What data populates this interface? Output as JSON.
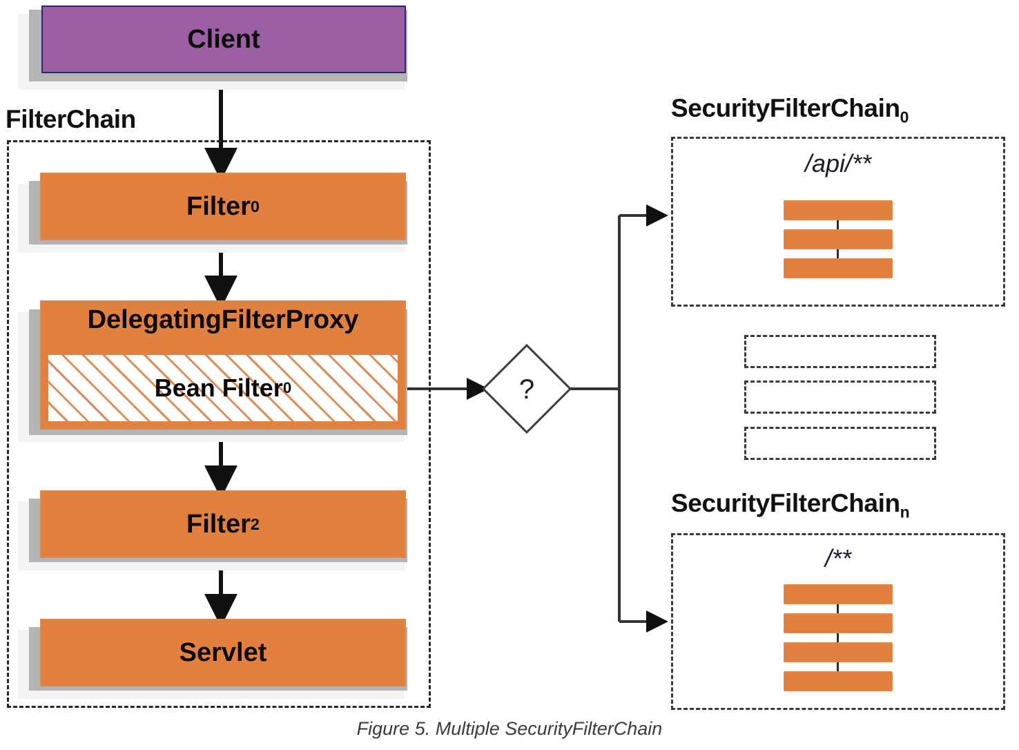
{
  "figure": {
    "caption": "Figure 5. Multiple SecurityFilterChain"
  },
  "colors": {
    "client_fill": "#9c5fa3",
    "client_border": "#262673",
    "filter_fill": "#e2803f",
    "shadow_dark": "#b4b4b4",
    "shadow_light": "#f3f3f3",
    "dashed_border": "#262626",
    "line": "#2b2b2b"
  },
  "client": {
    "label": "Client"
  },
  "filter_chain": {
    "label": "FilterChain",
    "nodes": [
      {
        "label": "Filter",
        "sub": "0",
        "type": "filter"
      },
      {
        "label": "DelegatingFilterProxy",
        "sub": "",
        "type": "proxy",
        "inner": {
          "label": "Bean Filter",
          "sub": "0",
          "hatched": true
        }
      },
      {
        "label": "Filter",
        "sub": "2",
        "type": "filter"
      },
      {
        "label": "Servlet",
        "sub": "",
        "type": "filter"
      }
    ]
  },
  "decision": {
    "label": "?"
  },
  "security_chains": [
    {
      "label": "SecurityFilterChain",
      "sub": "0",
      "pattern": "/api/**",
      "filter_count": 3
    },
    {
      "label": "SecurityFilterChain",
      "sub": "n",
      "pattern": "/**",
      "filter_count": 4
    }
  ],
  "omitted_chains": {
    "count": 3,
    "note": ""
  }
}
